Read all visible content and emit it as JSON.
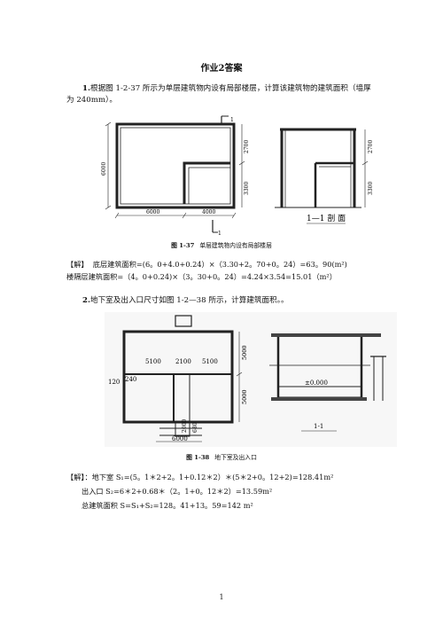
{
  "title": "作业2答案",
  "q1": {
    "number": "1.",
    "text": "根据图 1-2-37 所示为单层建筑物内设有局部楼层，计算该建筑物的建筑面积（墙厚为 240mm）。"
  },
  "fig1": {
    "plan_dims": {
      "left_height": "6000",
      "right_top": "2700",
      "right_bottom": "3300",
      "bottom_left": "6000",
      "bottom_right": "4000",
      "cut_label": "1"
    },
    "section_dims": {
      "top": "2700",
      "bottom": "3300",
      "label": "1—1 剖 面"
    },
    "caption_num": "图 1-37",
    "caption_text": "单层建筑物内设有局部楼层"
  },
  "a1": {
    "tag": "【解】",
    "line1": "底层建筑面积=(6。0+4.0+0.24）×（3.30+2。70+0。24）=63。90(m²)",
    "line2": "楼隔层建筑面积=（4。0+0.24)×（3。30+0。24）=4.24×3.54=15.01（m²）"
  },
  "q2": {
    "number": "2.",
    "text": "地下室及出入口尺寸如图 1-2—38 所示，计算建筑面积。。"
  },
  "fig2": {
    "plan_dims": {
      "d1": "5100",
      "d2": "2100",
      "d3": "5100",
      "d4": "120",
      "d5": "240",
      "r1": "5000",
      "r2": "5000",
      "b1": "6000",
      "v1": "2000",
      "v2": "680"
    },
    "section_dims": {
      "level": "±0.000",
      "label": "1-1"
    },
    "caption_num": "图 1-38",
    "caption_text": "地下室及出入口"
  },
  "a2": {
    "tag": "【解】",
    "line1": "：地下室 S₁=(5。1＊2+2。1+0.12＊2）＊(5＊2+0。12+2)=128.41m²",
    "line2": "出入口 S₂=6＊2+0.68＊（2。1+0。12＊2）=13.59m²",
    "line3": "总建筑面积 S=S₁+S₂=128。41+13。59=142 m²"
  },
  "page_number": "1"
}
